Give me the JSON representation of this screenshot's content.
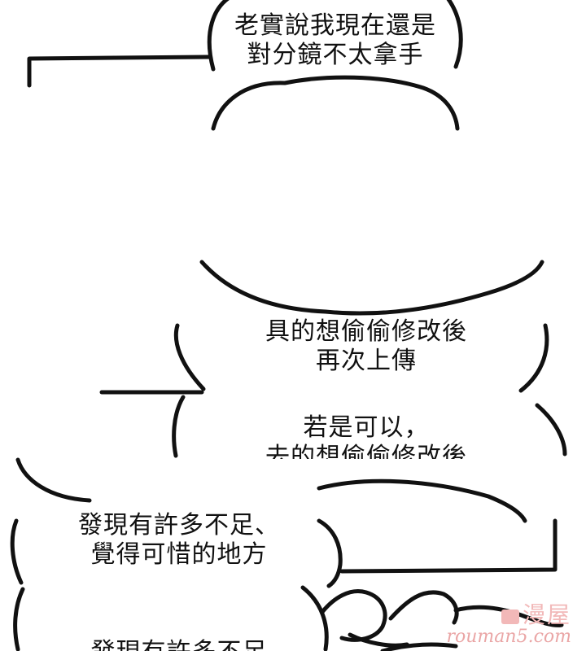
{
  "bubbles": [
    {
      "lines": [
        "老實說我現在還是",
        "對分鏡不太拿手"
      ]
    },
    {
      "lines": []
    },
    {
      "lines": [
        "具的想偷偷修改後",
        "再次上傳"
      ]
    },
    {
      "lines": [
        "若是可以，",
        "去的想偷偷修改後"
      ]
    },
    {
      "lines": [
        "發現有許多不足、",
        "覺得可惜的地方"
      ]
    },
    {
      "lines": [
        "發現有許多不足"
      ]
    }
  ],
  "watermark": {
    "brand": "漫屋",
    "url": "rouman5.com"
  },
  "colors": {
    "ink": "#111111",
    "paper": "#ffffff",
    "watermark": "#f2b8b8"
  }
}
